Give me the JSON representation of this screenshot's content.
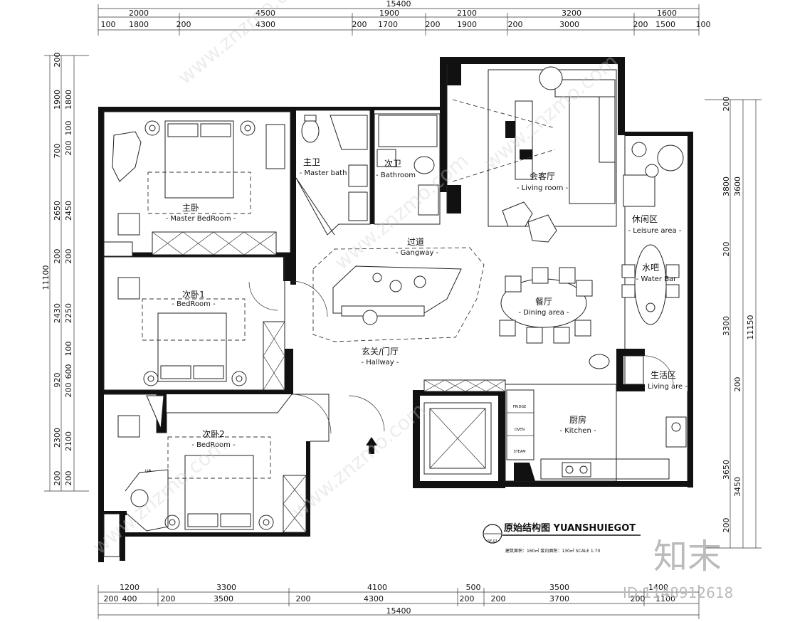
{
  "dimensions": {
    "top_total": "15400",
    "top_row1": [
      "2000",
      "4500",
      "1900",
      "2100",
      "3200",
      "1600"
    ],
    "top_row2": [
      "100",
      "1800",
      "200",
      "4300",
      "200",
      "1700",
      "200",
      "1900",
      "200",
      "3000",
      "200",
      "1500",
      "100"
    ],
    "bottom_total": "15400",
    "bottom_row1": [
      "1200",
      "3300",
      "4100",
      "500",
      "3500",
      "1400"
    ],
    "bottom_row2": [
      "200",
      "400",
      "200",
      "3500",
      "200",
      "4300",
      "200",
      "200",
      "3700",
      "200",
      "1100"
    ],
    "left_total": "11100",
    "left_row1": [
      "200",
      "1900",
      "700",
      "2650",
      "200",
      "2430",
      "920",
      "2300",
      "200"
    ],
    "left_row2": [
      "1800",
      "100",
      "200",
      "2450",
      "200",
      "2250",
      "100",
      "600",
      "200",
      "2100",
      "200"
    ],
    "right_total": "11150",
    "right_row1": [
      "200",
      "3800",
      "200",
      "3300",
      "3650",
      "200"
    ],
    "right_row2": [
      "3600",
      "200",
      "3450"
    ]
  },
  "rooms": {
    "master_bedroom": {
      "cn": "主卧",
      "en": "- Master BedRoom -"
    },
    "master_bath": {
      "cn": "主卫",
      "en": "- Master bath"
    },
    "bathroom": {
      "cn": "次卫",
      "en": "- Bathroom"
    },
    "living_room": {
      "cn": "会客厅",
      "en": "- Living room -"
    },
    "leisure_area": {
      "cn": "休闲区",
      "en": "- Leisure area -"
    },
    "gangway": {
      "cn": "过道",
      "en": "- Gangway -"
    },
    "water_bar": {
      "cn": "水吧",
      "en": "- Water Bar"
    },
    "bedroom1": {
      "cn": "次卧1",
      "en": "- BedRoom -"
    },
    "dining_area": {
      "cn": "餐厅",
      "en": "- Dining area -"
    },
    "hallway": {
      "cn": "玄关/门厅",
      "en": "- Hallway -"
    },
    "living_are": {
      "cn": "生活区",
      "en": "Living are -"
    },
    "bedroom2": {
      "cn": "次卧2",
      "en": "- BedRoom -"
    },
    "kitchen": {
      "cn": "厨房",
      "en": "- Kitchen -"
    },
    "stair_label": "UP"
  },
  "appliances": {
    "fridge": "FRIDGE",
    "oven": "OVEN",
    "steam": "STEAM"
  },
  "title": {
    "main": "原始结构图 YUANSHUIEGOT",
    "badge": "SF-01",
    "info": "建筑面积：160㎡  套内面积：130㎡  SCALE 1:70"
  },
  "watermark": {
    "site": "www.znzmo.com",
    "brand": "知末",
    "id": "ID:1148912618"
  }
}
